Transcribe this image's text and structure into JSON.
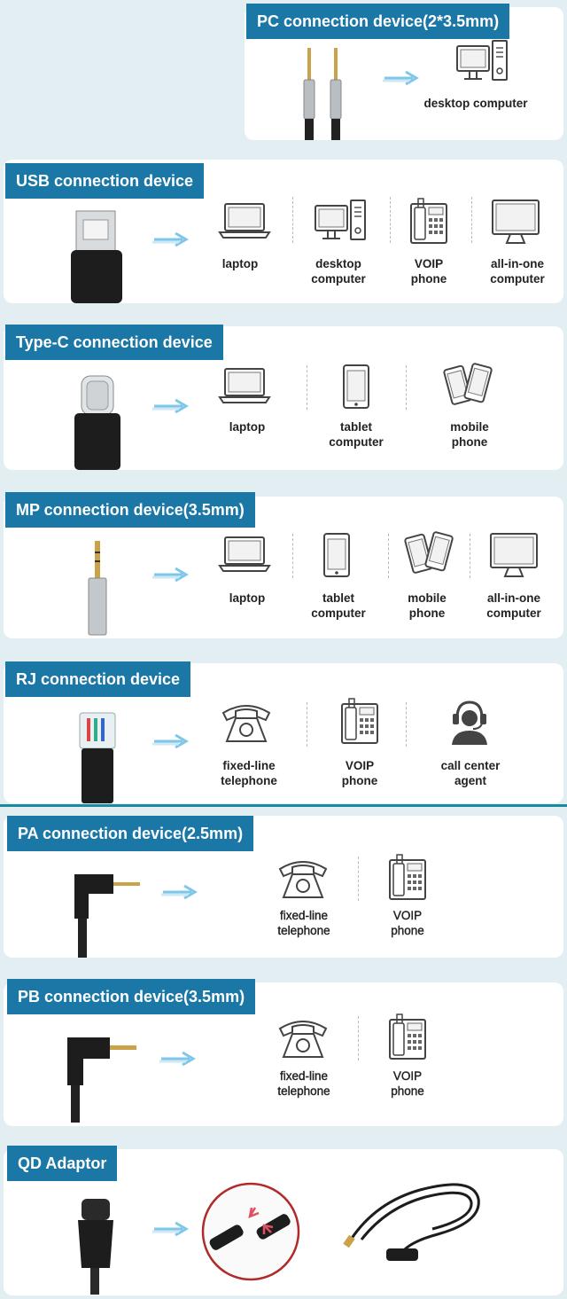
{
  "colors": {
    "title_bg": "#1b77a6",
    "arrow": "#7fc7e8",
    "divider": "#1b8a9e",
    "background": "#e3eef3"
  },
  "sections": {
    "pc": {
      "title": "PC connection device(2*3.5mm)",
      "targets": [
        {
          "icon": "desktop-computer-icon",
          "l1": "desktop computer",
          "l2": ""
        }
      ]
    },
    "usb": {
      "title": "USB connection device",
      "targets": [
        {
          "icon": "laptop-icon",
          "l1": "laptop",
          "l2": ""
        },
        {
          "icon": "desktop-computer-icon",
          "l1": "desktop",
          "l2": "computer"
        },
        {
          "icon": "voip-phone-icon",
          "l1": "VOIP",
          "l2": "phone"
        },
        {
          "icon": "all-in-one-computer-icon",
          "l1": "all-in-one",
          "l2": "computer"
        }
      ]
    },
    "typec": {
      "title": "Type-C connection device",
      "targets": [
        {
          "icon": "laptop-icon",
          "l1": "laptop",
          "l2": ""
        },
        {
          "icon": "tablet-icon",
          "l1": "tablet",
          "l2": "computer"
        },
        {
          "icon": "mobile-phone-icon",
          "l1": "mobile",
          "l2": "phone"
        }
      ]
    },
    "mp": {
      "title": "MP connection device(3.5mm)",
      "targets": [
        {
          "icon": "laptop-icon",
          "l1": "laptop",
          "l2": ""
        },
        {
          "icon": "tablet-icon",
          "l1": "tablet",
          "l2": "computer"
        },
        {
          "icon": "mobile-phone-icon",
          "l1": "mobile",
          "l2": "phone"
        },
        {
          "icon": "all-in-one-computer-icon",
          "l1": "all-in-one",
          "l2": "computer"
        }
      ]
    },
    "rj": {
      "title": "RJ connection device",
      "targets": [
        {
          "icon": "fixed-line-telephone-icon",
          "l1": "fixed-line",
          "l2": "telephone"
        },
        {
          "icon": "voip-phone-icon",
          "l1": "VOIP",
          "l2": "phone"
        },
        {
          "icon": "call-center-agent-icon",
          "l1": "call center",
          "l2": "agent"
        }
      ]
    },
    "pa": {
      "title": "PA connection device(2.5mm)",
      "targets": [
        {
          "icon": "fixed-line-telephone-icon",
          "l1": "fixed-line",
          "l2": "telephone"
        },
        {
          "icon": "voip-phone-icon",
          "l1": "VOIP",
          "l2": "phone"
        }
      ]
    },
    "pb": {
      "title": "PB connection device(3.5mm)",
      "targets": [
        {
          "icon": "fixed-line-telephone-icon",
          "l1": "fixed-line",
          "l2": "telephone"
        },
        {
          "icon": "voip-phone-icon",
          "l1": "VOIP",
          "l2": "phone"
        }
      ]
    },
    "qd": {
      "title": "QD Adaptor"
    }
  }
}
